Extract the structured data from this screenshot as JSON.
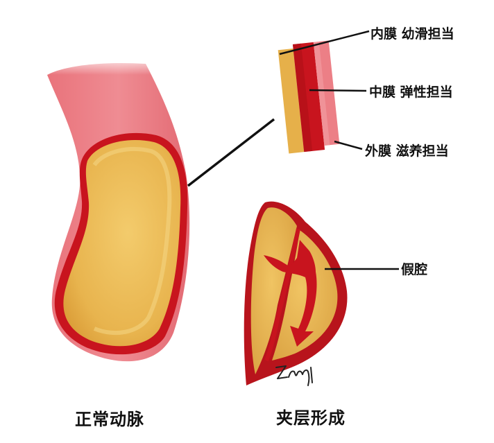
{
  "labels": {
    "intima": "内膜 幼滑担当",
    "media": "中膜 弹性担当",
    "adventitia": "外膜 滋养担当",
    "false_lumen": "假腔"
  },
  "captions": {
    "normal": "正常动脉",
    "dissection": "夹层形成"
  },
  "colors": {
    "adventitia_pink": "#e8727a",
    "wall_red": "#c8141e",
    "lumen_yellow": "#e6b04a",
    "lumen_light": "#f0c665",
    "dark_red": "#a80e14"
  }
}
